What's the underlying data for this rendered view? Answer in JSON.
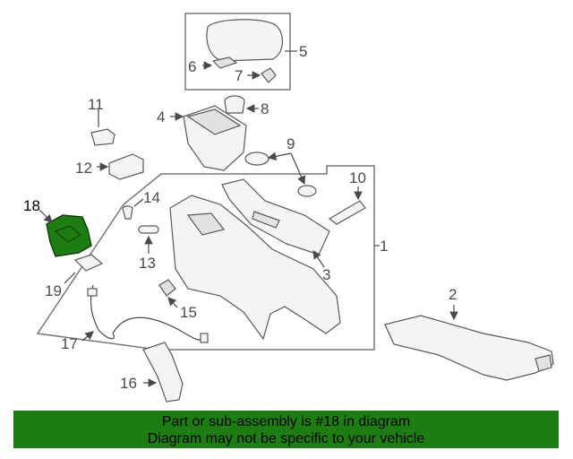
{
  "callouts": {
    "c1": "1",
    "c2": "2",
    "c3": "3",
    "c4": "4",
    "c5": "5",
    "c6": "6",
    "c7": "7",
    "c8": "8",
    "c9": "9",
    "c10": "10",
    "c11": "11",
    "c12": "12",
    "c13": "13",
    "c14": "14",
    "c15": "15",
    "c16": "16",
    "c17": "17",
    "c18": "18",
    "c19": "19"
  },
  "highlighted_part": "18",
  "colors": {
    "highlight": "#1e7d12",
    "banner": "#1e7d12"
  },
  "banner": {
    "line1": "Part or sub-assembly is #18 in diagram",
    "line2": "Diagram may not be specific to your vehicle"
  }
}
